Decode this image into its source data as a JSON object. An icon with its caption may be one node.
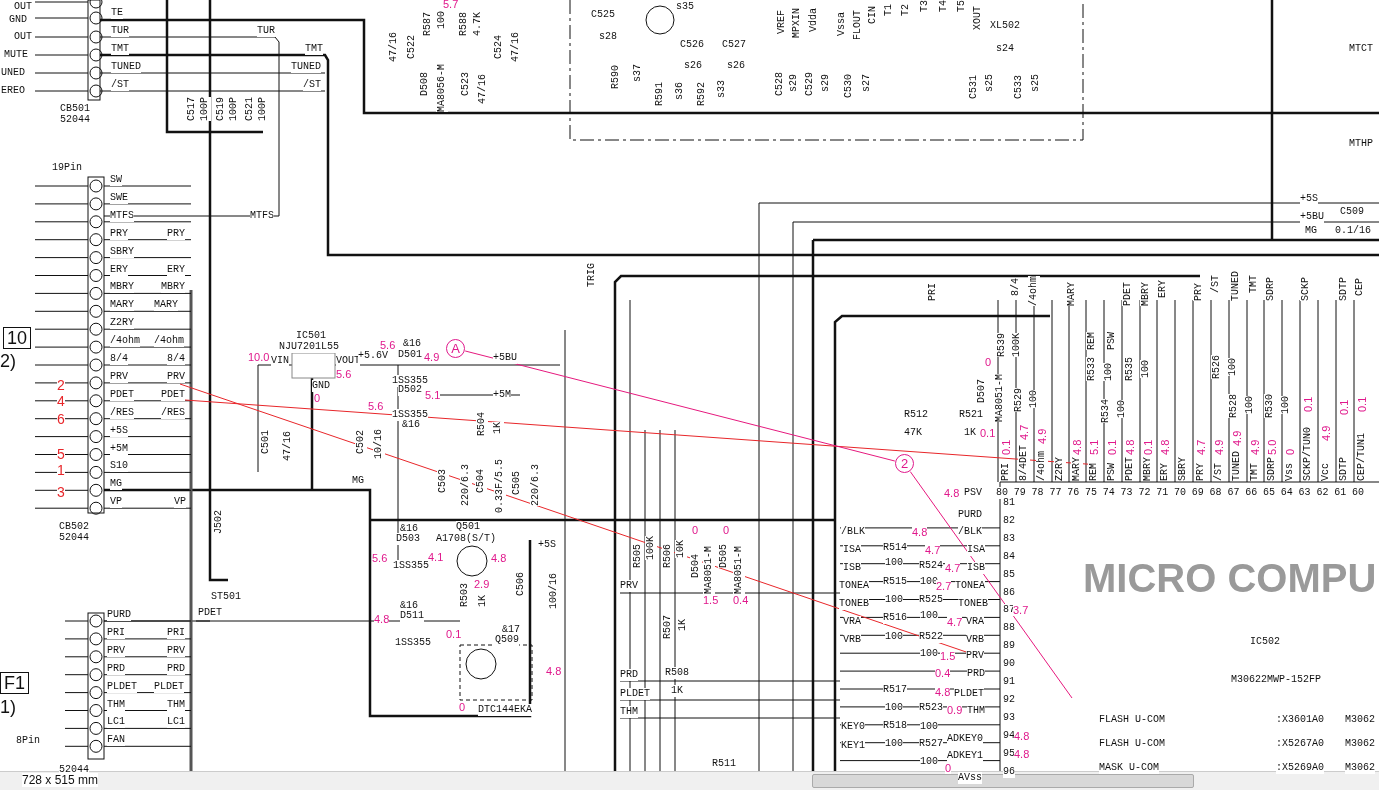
{
  "diagram": {
    "labels": [
      "OUT",
      "GND",
      "OUT",
      "MUTE",
      "UNED",
      "EREO",
      "TE",
      "TUR",
      "TMT",
      "TUNED",
      "/ST",
      "TUR",
      "TMT",
      "TUNED",
      "/ST",
      "CB501",
      "52044",
      "C517",
      "100P",
      "C519",
      "100P",
      "C521",
      "100P",
      "47/16",
      "C522",
      "R587",
      "5.7",
      "100",
      "R588",
      "4.7K",
      "D508",
      "MA8056-M",
      "C523",
      "47/16",
      "C524",
      "47/16",
      "C525",
      "s28",
      "s35",
      "R590",
      "s37",
      "C526",
      "s26",
      "C527",
      "s26",
      "R591",
      "s36",
      "R592",
      "s33",
      "VREF",
      "MPXIN",
      "Vdda",
      "C528",
      "s29",
      "C529",
      "s29",
      "Vssa",
      "FLOUT",
      "CIN",
      "C530",
      "s27",
      "T1",
      "T2",
      "T3",
      "T4",
      "T5",
      "XOUT",
      "XL502",
      "s24",
      "C531",
      "s25",
      "C533",
      "s25",
      "MTCT",
      "MTHP",
      "+5S",
      "+5BU",
      "C509",
      "MG",
      "0.1/16",
      "TRIG",
      "PRI",
      "8/4",
      "/4ohm",
      "MARY",
      "PDET",
      "MBRY",
      "ERY",
      "PRY",
      "/ST",
      "TUNED",
      "TMT",
      "SDRP",
      "SCKP",
      "SDTP",
      "CEP",
      "0",
      "R539",
      "100K",
      "D507",
      "MA8051-M",
      "R529",
      "100",
      "R533",
      "REM",
      "100",
      "PSW",
      "R534",
      "100",
      "R535",
      "100",
      "R526",
      "100",
      "R528",
      "100",
      "R530",
      "100",
      "R512",
      "47K",
      "R521",
      "1K",
      "0.1",
      "0.1",
      "PRI",
      "4.7",
      "8/4DET",
      "4.9",
      "/4ohm",
      "Z2RY",
      "4.8",
      "MARY",
      "5.1",
      "REM",
      "0.1",
      "PSW",
      "4.8",
      "PDET",
      "0.1",
      "MBRY",
      "4.8",
      "ERY",
      "SBRY",
      "4.7",
      "PRY",
      "4.9",
      "/ST",
      "4.9",
      "TUNED",
      "4.9",
      "TMT",
      "5.0",
      "SDRP",
      "0",
      "Vss",
      "0.1",
      "SCKP/TUN0",
      "4.9",
      "Vcc",
      "0.1",
      "SDTP",
      "0.1",
      "CEP/TUN1",
      "4.8",
      "PSV",
      "80",
      "79",
      "78",
      "77",
      "76",
      "75",
      "74",
      "73",
      "72",
      "71",
      "70",
      "69",
      "68",
      "67",
      "66",
      "65",
      "64",
      "63",
      "62",
      "61",
      "60",
      "81",
      "82",
      "83",
      "84",
      "85",
      "86",
      "87",
      "88",
      "89",
      "90",
      "91",
      "92",
      "93",
      "94",
      "95",
      "96",
      "PURD",
      "/BLK",
      "4.8",
      "/BLK",
      "ISA",
      "R514",
      "4.7",
      "ISA",
      "100",
      "ISB",
      "R524",
      "4.7",
      "ISB",
      "100",
      "TONEA",
      "R515",
      "2.7",
      "TONEA",
      "100",
      "TONEB",
      "R525",
      "TONEB",
      "100",
      "VRA",
      "R516",
      "4.7",
      "VRA",
      "100",
      "VRB",
      "R522",
      "VRB",
      "100",
      "1.5",
      "PRV",
      "0.4",
      "PRD",
      "R517",
      "4.8",
      "PLDET",
      "100",
      "R523",
      "0.9",
      "THM",
      "KEY0",
      "R518",
      "100",
      "ADKEY0",
      "4.8",
      "KEY1",
      "100",
      "R527",
      "ADKEY1",
      "4.8",
      "100",
      "0",
      "AVss",
      "3.7",
      "0",
      "0",
      "R505",
      "100K",
      "R506",
      "10K",
      "D504",
      "MA8051-M",
      "D505",
      "MA8051-M",
      "1.5",
      "0.4",
      "PRV",
      "R507",
      "1K",
      "PRD",
      "R508",
      "1K",
      "PLDET",
      "THM",
      "R511",
      "IC502",
      "M30622MWP-152FP",
      "FLASH U-COM",
      ":X3601A0",
      "M3062",
      "FLASH U-COM",
      ":X5267A0",
      "M3062",
      "MASK U-COM",
      ":X5269A0",
      "M3062",
      "MICRO COMPU",
      "19Pin",
      "SW",
      "SWE",
      "MTFS",
      "PRY",
      "SBRY",
      "ERY",
      "MBRY",
      "MARY",
      "Z2RY",
      "/4ohm",
      "8/4",
      "PRV",
      "PDET",
      "/RES",
      "+5S",
      "+5M",
      "S10",
      "MG",
      "VP",
      "MTFS",
      "PRY",
      "ERY",
      "MBRY",
      "MARY",
      "/4ohm",
      "8/4",
      "PRV",
      "PDET",
      "/RES",
      "VP",
      "CB502",
      "52044",
      "2",
      "4",
      "6",
      "5",
      "1",
      "3",
      "10",
      "2)",
      "F1",
      "1)",
      "8Pin",
      "PURD",
      "PRI",
      "PRV",
      "PRD",
      "PLDET",
      "THM",
      "LC1",
      "FAN",
      "PRI",
      "PRV",
      "PRD",
      "PLDET",
      "THM",
      "LC1",
      "PDET",
      "52044",
      "IC501",
      "NJU7201L55",
      "10.0",
      "VIN",
      "VOUT",
      "5.6",
      "GND",
      "0",
      "+5.6V",
      "5.6",
      "&16",
      "D501",
      "4.9",
      "+5BU",
      "1SS355",
      "D502",
      "5.1",
      "+5M",
      "5.6",
      "1SS355",
      "&16",
      "R504",
      "1K",
      "C501",
      "47/16",
      "C502",
      "10/16",
      "MG",
      "C503",
      "220/6.3",
      "C504",
      "0.33F/5.5",
      "C505",
      "220/6.3",
      "J502",
      "ST501",
      "&16",
      "D503",
      "Q501",
      "A1708(S/T)",
      "+5S",
      "5.6",
      "4.1",
      "4.8",
      "1SS355",
      "2.9",
      "R503",
      "1K",
      "C506",
      "100/16",
      "&16",
      "D511",
      "4.8",
      "0.1",
      "1SS355",
      "&17",
      "Q509",
      "0",
      "DTC144EKA",
      "4.8",
      "728 x 515 mm"
    ],
    "nodes": [
      {
        "text": [
          "A"
        ]
      },
      {
        "text": [
          "2"
        ]
      }
    ],
    "edges": [
      {
        "from": 0,
        "to": 1,
        "arrow": "none"
      },
      {
        "from": 1,
        "to": null,
        "arrow": "none"
      }
    ]
  }
}
